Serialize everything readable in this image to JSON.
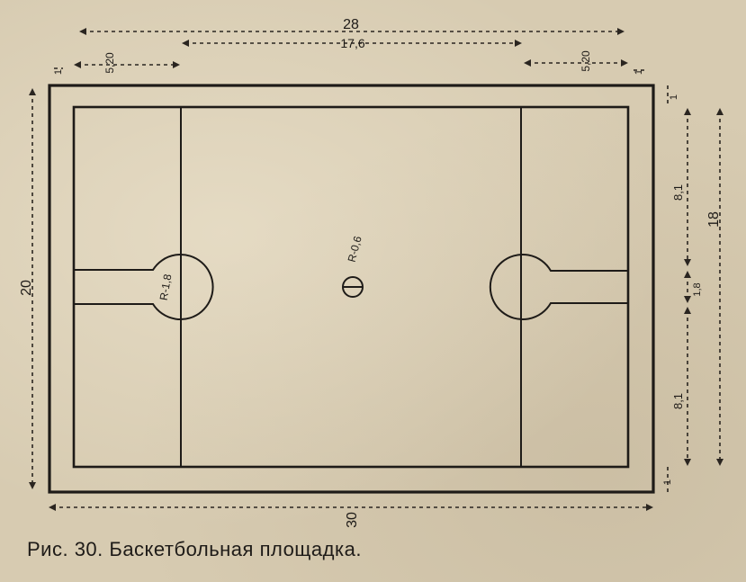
{
  "caption": "Рис. 30. Баскетбольная площадка.",
  "dimensions": {
    "total_length": "28",
    "zone_between": "17,6",
    "zone_left": "5,20",
    "zone_right": "5,20",
    "bottom_length": "30",
    "left_width": "20",
    "right_width": "18",
    "right_upper": "8,1",
    "right_lower": "8,1",
    "lane_width": "1,8",
    "margin_top": "1",
    "margin_bottom": "1",
    "small_margin_left": "1",
    "small_margin_right": "1",
    "center_radius": "R-0,6",
    "circle_radius": "R-1,8"
  }
}
